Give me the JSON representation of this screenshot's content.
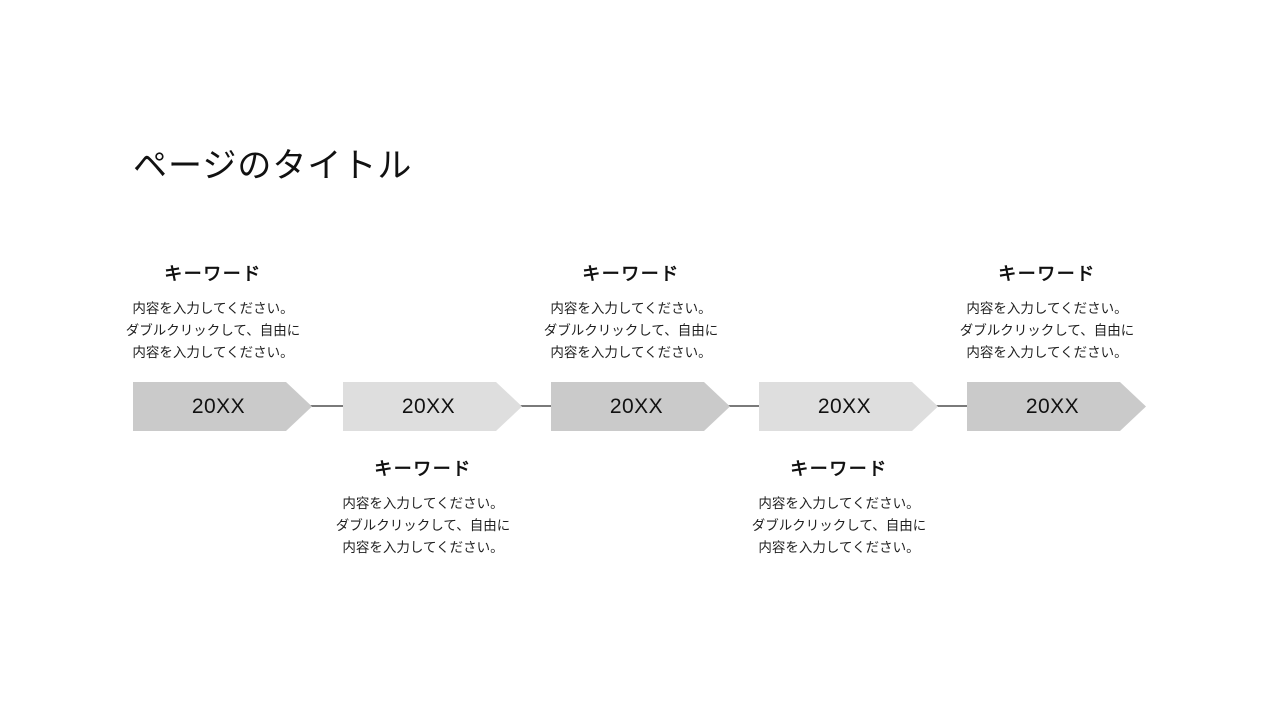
{
  "slide": {
    "title": "ページのタイトル",
    "background": "#ffffff"
  },
  "timeline": {
    "colors": {
      "arrow_dark": "#cacaca",
      "arrow_light": "#dedede",
      "connector": "#7a7a7a",
      "text_primary": "#111111",
      "text_body": "#1f1f1f"
    },
    "milestones": [
      {
        "year": "20XX",
        "shade": "dark",
        "label_position": "top",
        "keyword": {
          "heading": "キーワード",
          "lines": [
            "内容を入力してください。",
            "ダブルクリックして、自由に",
            "内容を入力してください。"
          ]
        }
      },
      {
        "year": "20XX",
        "shade": "light",
        "label_position": "bottom",
        "keyword": {
          "heading": "キーワード",
          "lines": [
            "内容を入力してください。",
            "ダブルクリックして、自由に",
            "内容を入力してください。"
          ]
        }
      },
      {
        "year": "20XX",
        "shade": "dark",
        "label_position": "top",
        "keyword": {
          "heading": "キーワード",
          "lines": [
            "内容を入力してください。",
            "ダブルクリックして、自由に",
            "内容を入力してください。"
          ]
        }
      },
      {
        "year": "20XX",
        "shade": "light",
        "label_position": "bottom",
        "keyword": {
          "heading": "キーワード",
          "lines": [
            "内容を入力してください。",
            "ダブルクリックして、自由に",
            "内容を入力してください。"
          ]
        }
      },
      {
        "year": "20XX",
        "shade": "dark",
        "label_position": "top",
        "keyword": {
          "heading": "キーワード",
          "lines": [
            "内容を入力してください。",
            "ダブルクリックして、自由に",
            "内容を入力してください。"
          ]
        }
      }
    ]
  }
}
